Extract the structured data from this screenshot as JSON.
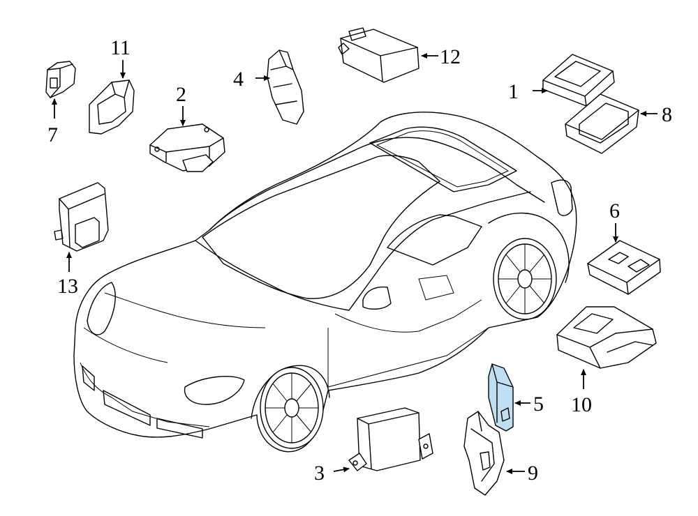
{
  "diagram": {
    "highlight_color": "#bfe0f2",
    "line_color": "#000000",
    "background": "#ffffff",
    "vehicle": "coupe",
    "callouts": [
      {
        "id": "c1",
        "label": "1"
      },
      {
        "id": "c2",
        "label": "2"
      },
      {
        "id": "c3",
        "label": "3"
      },
      {
        "id": "c4",
        "label": "4"
      },
      {
        "id": "c5",
        "label": "5",
        "highlighted": true
      },
      {
        "id": "c6",
        "label": "6"
      },
      {
        "id": "c7",
        "label": "7"
      },
      {
        "id": "c8",
        "label": "8"
      },
      {
        "id": "c9",
        "label": "9"
      },
      {
        "id": "c10",
        "label": "10"
      },
      {
        "id": "c11",
        "label": "11"
      },
      {
        "id": "c12",
        "label": "12"
      },
      {
        "id": "c13",
        "label": "13"
      }
    ]
  }
}
